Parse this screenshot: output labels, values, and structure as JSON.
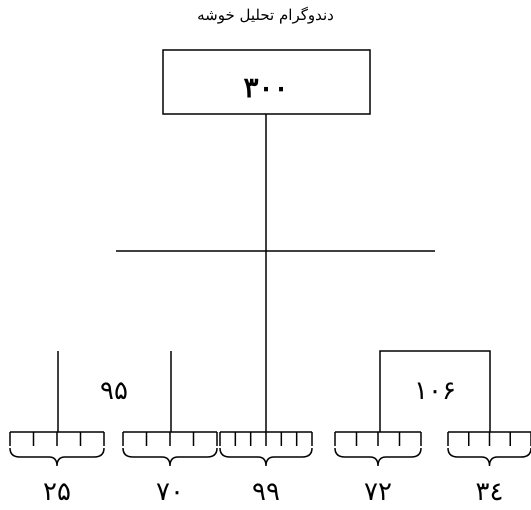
{
  "diagram": {
    "title": "دندوگرام تحلیل خوشه",
    "root_value": "۳۰۰",
    "inner_labels": [
      "۹۵",
      "۱۰۶"
    ],
    "groups": [
      {
        "label": "۲۵",
        "ticks": 5
      },
      {
        "label": "۷۰",
        "ticks": 5
      },
      {
        "label": "۹۹",
        "ticks": 7
      },
      {
        "label": "۷۲",
        "ticks": 5
      },
      {
        "label": "۳٤",
        "ticks": 5
      }
    ]
  }
}
